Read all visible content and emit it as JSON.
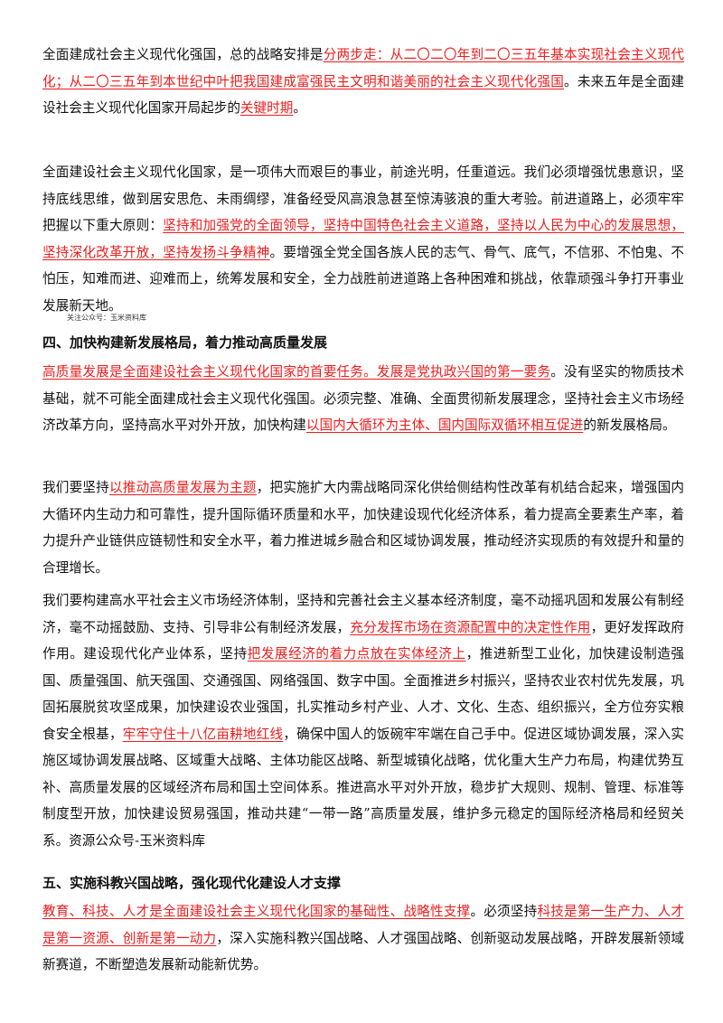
{
  "paragraph_1": {
    "segments": [
      {
        "text": "全面建成社会主义现代化强国，总的战略安排是",
        "highlight": false
      },
      {
        "text": "分两步走：从二〇二〇年到二〇三五年基本实现社会主义现代化；从二〇三五年到本世纪中叶把我国建成富强民主文明和谐美丽的社会主义现代化强国",
        "highlight": true
      },
      {
        "text": "。未来五年是全面建设社会主义现代化国家开局起步的",
        "highlight": false
      },
      {
        "text": "关键时期",
        "highlight": true
      },
      {
        "text": "。",
        "highlight": false
      }
    ]
  },
  "paragraph_2": {
    "segments": [
      {
        "text": "全面建设社会主义现代化国家，是一项伟大而艰巨的事业，前途光明，任重道远。我们必须增强忧患意识，坚持底线思维，做到居安思危、未雨绸缪，准备经受风高浪急甚至惊涛骇浪的重大考验。前进道路上，必须牢牢把握以下重大原则：",
        "highlight": false
      },
      {
        "text": "坚持和加强党的全面领导，坚持中国特色社会主义道路，坚持以人民为中心的发展思想，坚持深化改革开放，坚持发扬斗争精神",
        "highlight": true
      },
      {
        "text": "。要增强全党全国各族人民的志气、骨气、底气，不信邪、不怕鬼、不怕压，知难而进、迎难而上，统筹发展和安全，全力战胜前进道路上各种困难和挑战，依靠顽强斗争打开事业发展新天地。",
        "highlight": false
      }
    ]
  },
  "small_note": "关注公众号：玉米资料库",
  "heading_4": "四、加快构建新发展格局，着力推动高质量发展",
  "paragraph_3": {
    "segments": [
      {
        "text": "高质量发展是全面建设社会主义现代化国家的首要任务。发展是党执政兴国的第一要务",
        "highlight": true
      },
      {
        "text": "。没有坚实的物质技术基础，就不可能全面建成社会主义现代化强国。必须完整、准确、全面贯彻新发展理念，坚持社会主义市场经济改革方向，坚持高水平对外开放，加快构建",
        "highlight": false
      },
      {
        "text": "以国内大循环为主体、国内国际双循环相互促进",
        "highlight": true
      },
      {
        "text": "的新发展格局。",
        "highlight": false
      }
    ]
  },
  "paragraph_4": {
    "segments": [
      {
        "text": "我们要坚持",
        "highlight": false
      },
      {
        "text": "以推动高质量发展为主题",
        "highlight": true
      },
      {
        "text": "，把实施扩大内需战略同深化供给侧结构性改革有机结合起来，增强国内大循环内生动力和可靠性，提升国际循环质量和水平，加快建设现代化经济体系，着力提高全要素生产率，着力提升产业链供应链韧性和安全水平，着力推进城乡融合和区域协调发展，推动经济实现质的有效提升和量的合理增长。",
        "highlight": false
      }
    ]
  },
  "paragraph_5": {
    "segments": [
      {
        "text": "我们要构建高水平社会主义市场经济体制，坚持和完善社会主义基本经济制度，毫不动摇巩固和发展公有制经济，毫不动摇鼓励、支持、引导非公有制经济发展，",
        "highlight": false
      },
      {
        "text": "充分发挥市场在资源配置中的决定性作用",
        "highlight": true
      },
      {
        "text": "，更好发挥政府作用。建设现代化产业体系，坚持",
        "highlight": false
      },
      {
        "text": "把发展经济的着力点放在实体经济上",
        "highlight": true
      },
      {
        "text": "，推进新型工业化，加快建设制造强国、质量强国、航天强国、交通强国、网络强国、数字中国。全面推进乡村振兴，坚持农业农村优先发展，巩固拓展脱贫攻坚成果，加快建设农业强国，扎实推动乡村产业、人才、文化、生态、组织振兴，全方位夯实粮食安全根基，",
        "highlight": false
      },
      {
        "text": "牢牢守住十八亿亩耕地红线",
        "highlight": true
      },
      {
        "text": "，确保中国人的饭碗牢牢端在自己手中。促进区域协调发展，深入实施区域协调发展战略、区域重大战略、主体功能区战略、新型城镇化战略，优化重大生产力布局，构建优势互补、高质量发展的区域经济布局和国土空间体系。推进高水平对外开放，稳步扩大规则、规制、管理、标准等制度型开放，加快建设贸易强国，推动共建“一带一路”高质量发展，维护多元稳定的国际经济格局和经贸关系。资源公众号-玉米资料库",
        "highlight": false
      }
    ]
  },
  "heading_5": "五、实施科教兴国战略，强化现代化建设人才支撑",
  "paragraph_6": {
    "segments": [
      {
        "text": "教育、科技、人才是全面建设社会主义现代化国家的基础性、战略性支撑",
        "highlight": true
      },
      {
        "text": "。必须坚持",
        "highlight": false
      },
      {
        "text": "科技是第一生产力、人才是第一资源、创新是第一动力",
        "highlight": true
      },
      {
        "text": "，深入实施科教兴国战略、人才强国战略、创新驱动发展战略，开辟发展新领域新赛道，不断塑造发展新动能新优势。",
        "highlight": false
      }
    ]
  },
  "colors": {
    "highlight": "#ee1c1c",
    "text": "#111111"
  }
}
